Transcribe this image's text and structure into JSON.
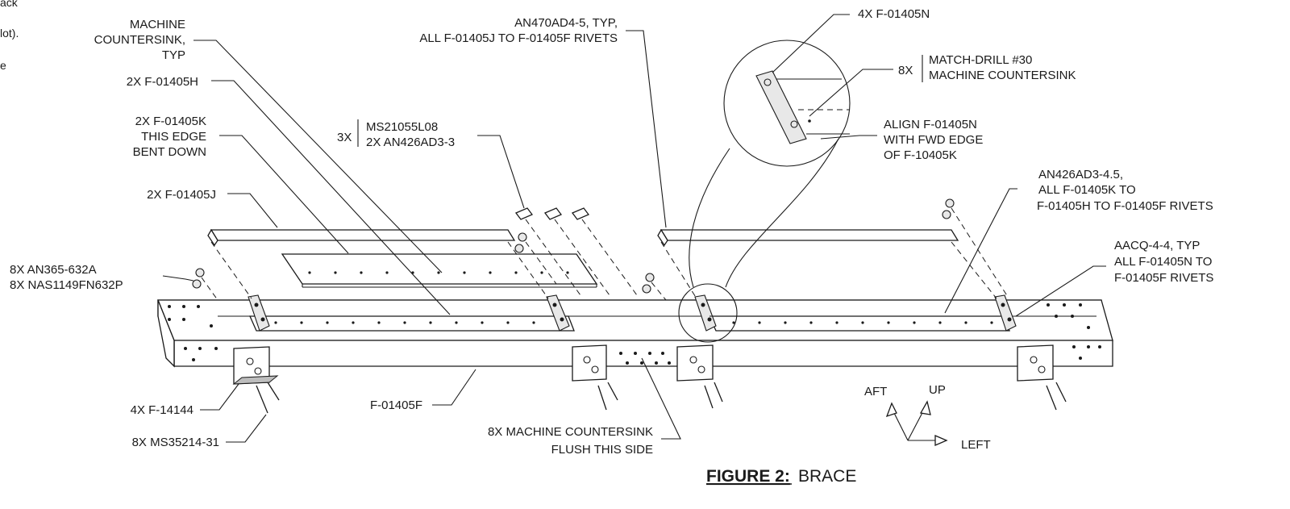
{
  "side_text": [
    "ack",
    "lot).",
    "e"
  ],
  "callouts": {
    "machine_countersink": [
      "MACHINE",
      "COUNTERSINK,",
      "TYP"
    ],
    "h_part": "2X F-01405H",
    "k_part": [
      "2X F-01405K",
      "THIS EDGE",
      "BENT DOWN"
    ],
    "j_part": "2X F-01405J",
    "nut_washer": [
      "8X AN365-632A",
      "8X NAS1149FN632P"
    ],
    "nutplate_qty": "3X",
    "nutplate": [
      "MS21055L08",
      "2X AN426AD3-3"
    ],
    "an470": [
      "AN470AD4-5, TYP,",
      "ALL F-01405J TO F-01405F RIVETS"
    ],
    "n_part": "4X F-01405N",
    "match_drill_qty": "8X",
    "match_drill": [
      "MATCH-DRILL #30",
      "MACHINE COUNTERSINK"
    ],
    "align": [
      "ALIGN F-01405N",
      "WITH FWD EDGE",
      "OF F-10405K"
    ],
    "an426": [
      "AN426AD3-4.5,",
      "ALL F-01405K TO",
      "F-01405H TO F-01405F RIVETS"
    ],
    "aacq": [
      "AACQ-4-4, TYP",
      "ALL F-01405N TO",
      "F-01405F RIVETS"
    ],
    "f14144": "4X F-14144",
    "ms35214": "8X MS35214-31",
    "f01405f": "F-01405F",
    "flush": [
      "8X MACHINE COUNTERSINK",
      "FLUSH THIS SIDE"
    ]
  },
  "directions": {
    "aft": "AFT",
    "up": "UP",
    "left": "LEFT"
  },
  "caption": {
    "bold": "FIGURE 2:",
    "text": "BRACE"
  }
}
